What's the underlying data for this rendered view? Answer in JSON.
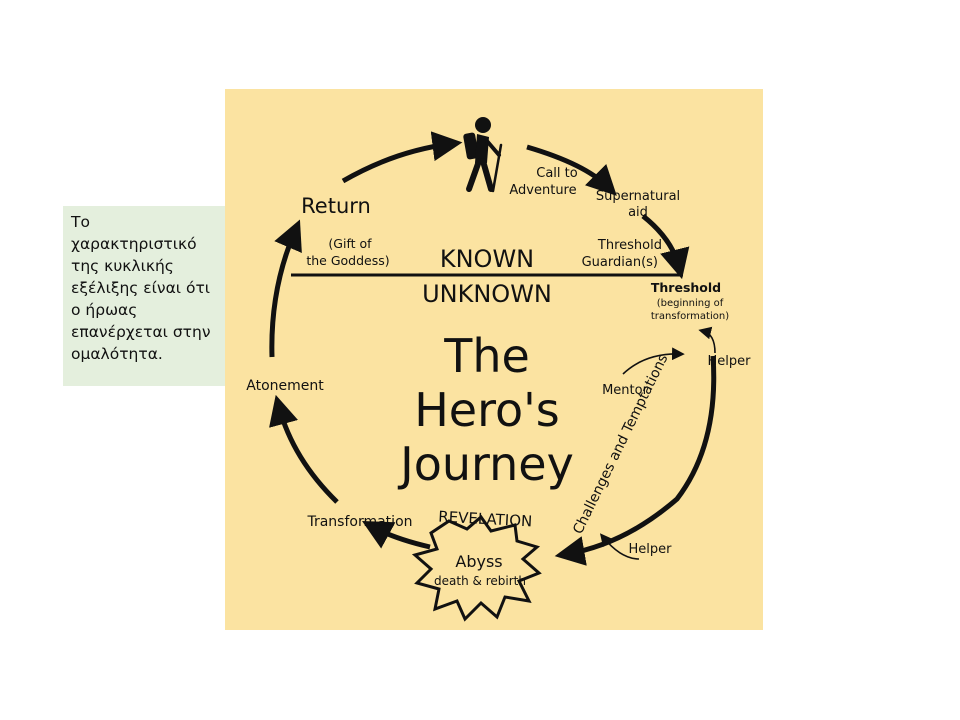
{
  "note": {
    "text": "Το χαρακτηριστικό της κυκλικής εξέλιξης είναι ότι ο ήρωας επανέρχεται στην ομαλότητα."
  },
  "diagram": {
    "colors": {
      "background": "#fbe3a1",
      "ink": "#111111"
    },
    "title": [
      "The",
      "Hero's",
      "Journey"
    ],
    "known": "KNOWN",
    "unknown": "UNKNOWN",
    "revelation": "REVELATION",
    "challenges": "Challenges and Temptations",
    "abyss": {
      "title": "Abyss",
      "subtitle": "death & rebirth"
    },
    "stages": {
      "call": [
        "Call to",
        "Adventure"
      ],
      "supernatural": [
        "Supernatural",
        "aid"
      ],
      "guardian": [
        "Threshold",
        "Guardian(s)"
      ],
      "threshold": "Threshold",
      "threshold_sub": [
        "(beginning of",
        "transformation)"
      ],
      "helper_top": "Helper",
      "mentor": "Mentor",
      "helper_bottom": "Helper",
      "transformation": "Transformation",
      "atonement": "Atonement",
      "return": "Return",
      "gift": [
        "(Gift of",
        "the Goddess)"
      ]
    },
    "icons": [
      "hiker-icon"
    ]
  }
}
